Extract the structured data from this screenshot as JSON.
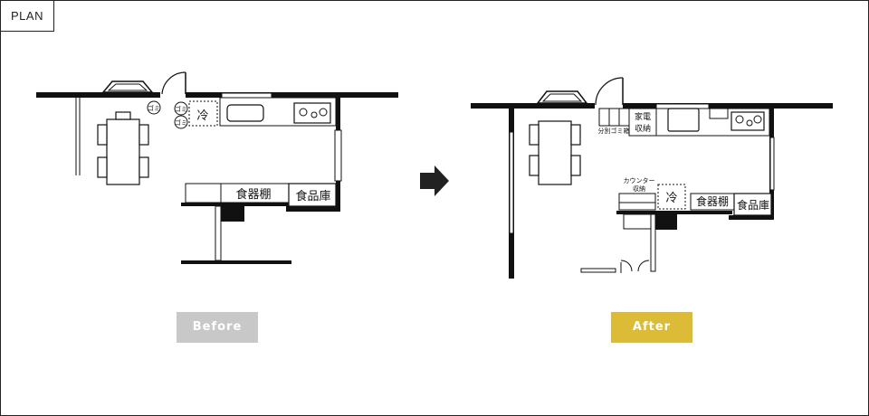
{
  "header": {
    "tab_label": "PLAN"
  },
  "before": {
    "badge": "Before",
    "badge_color": "#c8c8c8",
    "labels": {
      "trash_1": "ゴミ",
      "trash_2": "ゴミ",
      "trash_3": "ゴミ",
      "fridge": "冷",
      "cupboard": "食器棚",
      "pantry": "食品庫"
    }
  },
  "after": {
    "badge": "After",
    "badge_color": "#dcbb37",
    "labels": {
      "sorted_trash": "分別ゴミ箱",
      "appliance_storage_1": "家電",
      "appliance_storage_2": "収納",
      "counter_storage_1": "カウンター",
      "counter_storage_2": "収納",
      "fridge": "冷",
      "cupboard": "食器棚",
      "pantry": "食品庫"
    }
  },
  "arrow": {
    "icon": "right-arrow-icon",
    "color": "#222222"
  }
}
